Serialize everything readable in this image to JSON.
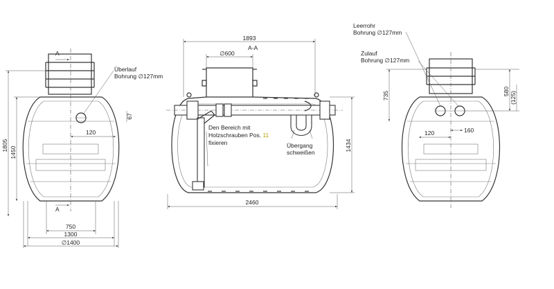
{
  "colors": {
    "line": "#333333",
    "dimension": "#555555",
    "accent": "#b8a000"
  },
  "left_view": {
    "section_marker": "A",
    "overflow_label_line1": "Überlauf",
    "overflow_label_line2": "Bohrung ∅127mm",
    "dim_height_total": "1805",
    "dim_height_body": "1450",
    "dim_offset": "120",
    "dim_small": "67",
    "dim_base": "750",
    "dim_mid": "1300",
    "dim_diameter": "∅1400"
  },
  "center_view": {
    "section_title": "A-A",
    "dim_top": "1893",
    "dim_dome": "∅600",
    "dim_length": "2460",
    "dim_height": "1434",
    "note_line1": "Den Bereich mit",
    "note_line2_text": "Holzschrauben Pos.",
    "note_line2_num": "11",
    "note_line3": "fixieren",
    "weld_line1": "Übergang",
    "weld_line2": "schweißen"
  },
  "right_view": {
    "empty_pipe_line1": "Leerrohr",
    "empty_pipe_line2": "Bohrung ∅127mm",
    "inlet_line1": "Zulauf",
    "inlet_line2": "Bohrung ∅127mm",
    "dim_height": "735",
    "dim_inner": "580",
    "dim_paren": "(125)",
    "dim_left": "120",
    "dim_right": "160"
  }
}
